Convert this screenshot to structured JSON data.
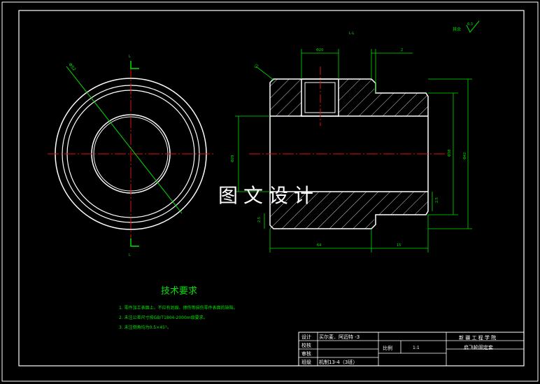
{
  "watermark": "图文设计",
  "section_label": "L-L",
  "roughness_note": "其余",
  "roughness_value": "6.3",
  "tech_title": "技术要求",
  "tech_notes": [
    "1. 零件加工表面上，不应有划痕、擦伤等损伤零件表面的缺陷。",
    "2. 未注公差尺寸按GB/T1804-2000m级要求。",
    "3. 未注倒角均为0.5×45°。"
  ],
  "dims": {
    "circle_dia": "Φ52",
    "hole_width": "Φ20",
    "groove": "2",
    "chamfer": "C1",
    "bore": "Φ29",
    "inner_dia": "Φ38",
    "outer_dia": "Φ42",
    "total_len": "64",
    "step_len": "15",
    "left_small": "2.5",
    "right_small": "2.5",
    "section_mark_top": "L",
    "section_mark_bottom": "L"
  },
  "title_block": {
    "school": "新 疆 工 程 学 院",
    "part_name": "启飞轮固定套",
    "scale_label": "比例",
    "scale_value": "1:1",
    "roles": [
      "设计",
      "校核",
      "审核",
      "班级"
    ],
    "designer": "买尔麦．阿迈特 -3",
    "class_name": "机制13-4（3班）"
  }
}
